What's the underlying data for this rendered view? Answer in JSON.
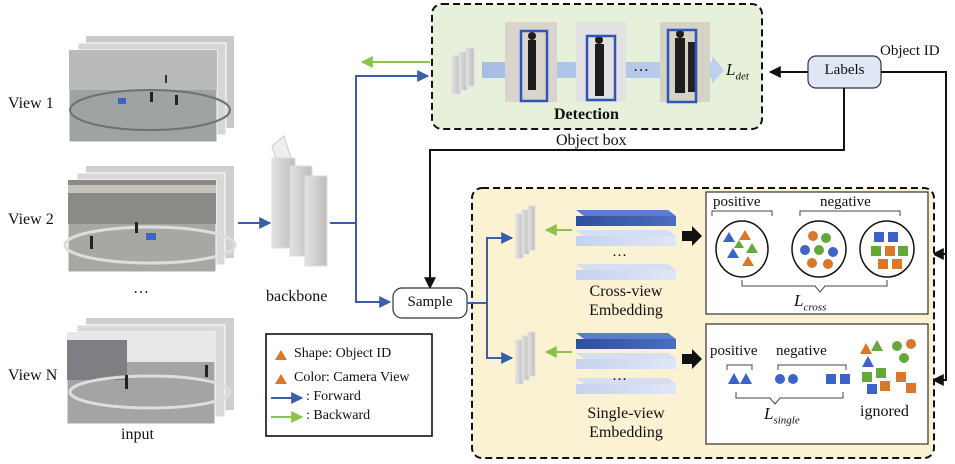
{
  "inputs": {
    "view1": "View 1",
    "view2": "View 2",
    "ellipsis": "…",
    "viewN": "View N",
    "caption": "input"
  },
  "backbone": {
    "label": "backbone"
  },
  "detection": {
    "title": "Detection",
    "ellipsis": "…",
    "loss_base": "L",
    "loss_sub": "det"
  },
  "labels_box": {
    "label": "Labels",
    "object_id": "Object ID"
  },
  "object_box": "Object box",
  "sample": {
    "label": "Sample"
  },
  "cross_view": {
    "ellipsis": "…",
    "line1": "Cross-view",
    "line2": "Embedding",
    "positive": "positive",
    "negative": "negative",
    "loss_base": "L",
    "loss_sub": "cross"
  },
  "single_view": {
    "ellipsis": "…",
    "line1": "Single-view",
    "line2": "Embedding",
    "positive": "positive",
    "negative": "negative",
    "loss_base": "L",
    "loss_sub": "single",
    "ignored": "ignored"
  },
  "legend": {
    "shape": "Shape: Object ID",
    "color": "Color: Camera View",
    "forward": ": Forward",
    "backward": ": Backward"
  },
  "colors": {
    "forward": "#3b5ea8",
    "backward": "#8cc34a",
    "detection_bg": "#e6f0da",
    "embedding_bg": "#faf2d2",
    "labels_fill": "#dfe6f4",
    "bbox": "#2f55b8",
    "orange": "#d9772b",
    "blue": "#3d63c8",
    "green": "#64a83a"
  }
}
